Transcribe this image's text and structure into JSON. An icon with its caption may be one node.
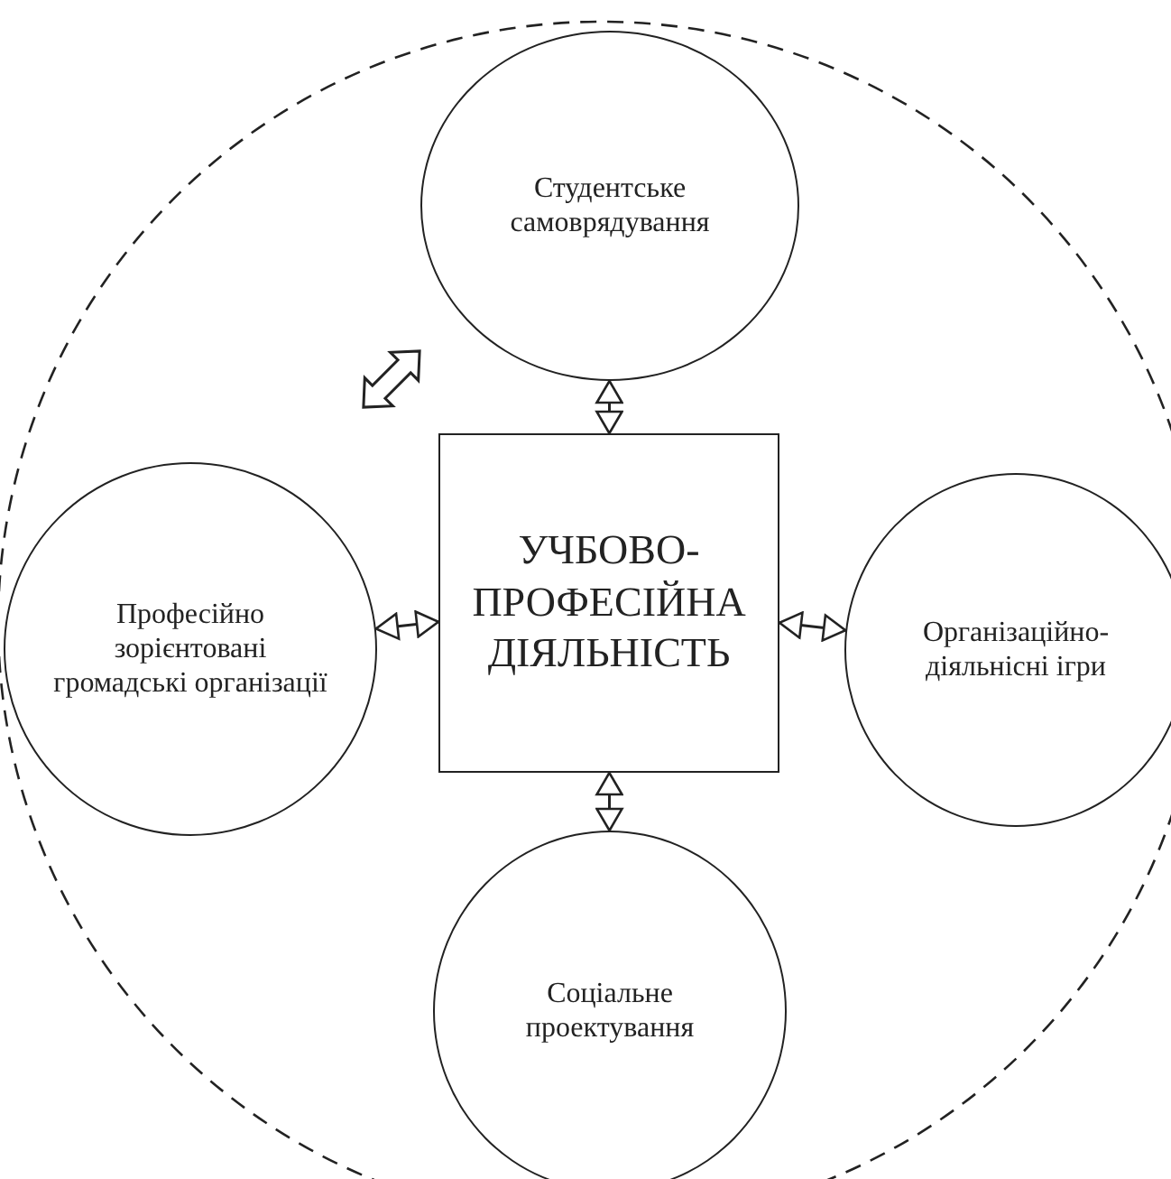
{
  "diagram": {
    "nodes": [
      {
        "text": [
          "Студентське самоврядування"
        ]
      },
      {
        "text": [
          "Професійно зорієнтовані громадські організації"
        ]
      },
      {
        "text": [
          "УЧБОВО-ПРОФЕСІЙНА ДІЯЛЬНІСТЬ"
        ]
      },
      {
        "text": [
          "Організаційно-діяльнісні ігри"
        ]
      },
      {
        "text": [
          "Соціальне проектування"
        ]
      }
    ],
    "edges": [
      {
        "from": 2,
        "to": 0,
        "arrow": "both"
      },
      {
        "from": 2,
        "to": 1,
        "arrow": "both"
      },
      {
        "from": 2,
        "to": 3,
        "arrow": "both"
      },
      {
        "from": 2,
        "to": 4,
        "arrow": "both"
      }
    ]
  }
}
